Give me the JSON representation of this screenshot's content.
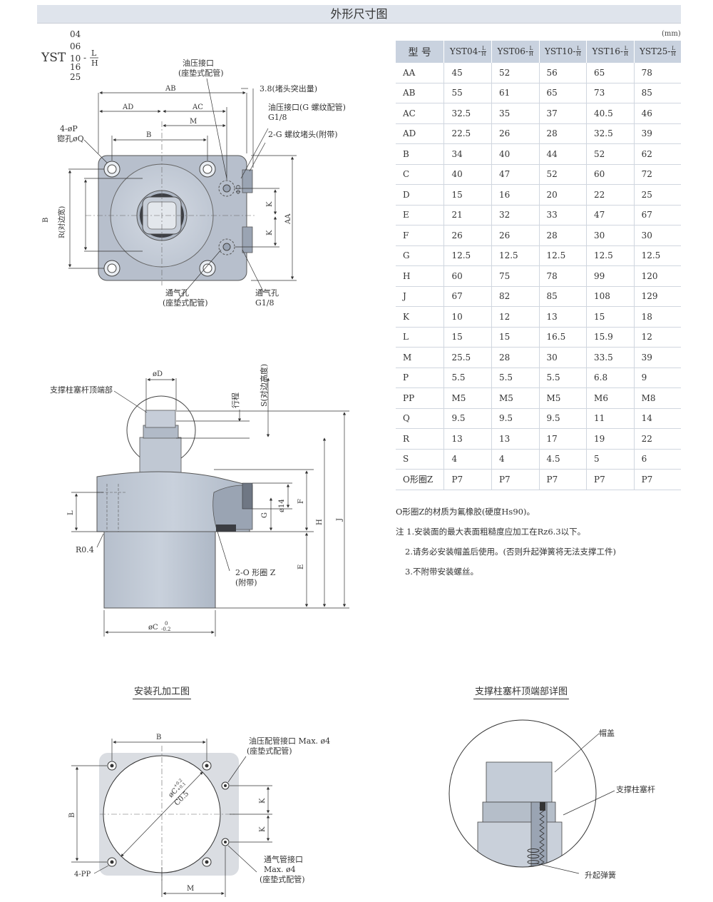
{
  "title": "外形尺寸图",
  "unit": "(mm)",
  "model_code": {
    "prefix": "YST",
    "sizes": [
      "04",
      "06",
      "10",
      "16",
      "25"
    ],
    "dash": "-",
    "suffix_top": "L",
    "suffix_bottom": "H"
  },
  "table": {
    "header": [
      "型 号",
      "YST04-",
      "YST06-",
      "YST10-",
      "YST16-",
      "YST25-"
    ],
    "header_suffix_top": "L",
    "header_suffix_bottom": "H",
    "rows": [
      [
        "AA",
        "45",
        "52",
        "56",
        "65",
        "78"
      ],
      [
        "AB",
        "55",
        "61",
        "65",
        "73",
        "85"
      ],
      [
        "AC",
        "32.5",
        "35",
        "37",
        "40.5",
        "46"
      ],
      [
        "AD",
        "22.5",
        "26",
        "28",
        "32.5",
        "39"
      ],
      [
        "B",
        "34",
        "40",
        "44",
        "52",
        "62"
      ],
      [
        "C",
        "40",
        "47",
        "52",
        "60",
        "72"
      ],
      [
        "D",
        "15",
        "16",
        "20",
        "22",
        "25"
      ],
      [
        "E",
        "21",
        "32",
        "33",
        "47",
        "67"
      ],
      [
        "F",
        "26",
        "26",
        "28",
        "30",
        "30"
      ],
      [
        "G",
        "12.5",
        "12.5",
        "12.5",
        "12.5",
        "12.5"
      ],
      [
        "H",
        "60",
        "75",
        "78",
        "99",
        "120"
      ],
      [
        "J",
        "67",
        "82",
        "85",
        "108",
        "129"
      ],
      [
        "K",
        "10",
        "12",
        "13",
        "15",
        "18"
      ],
      [
        "L",
        "15",
        "15",
        "16.5",
        "15.9",
        "12"
      ],
      [
        "M",
        "25.5",
        "28",
        "30",
        "33.5",
        "39"
      ],
      [
        "P",
        "5.5",
        "5.5",
        "5.5",
        "6.8",
        "9"
      ],
      [
        "PP",
        "M5",
        "M5",
        "M5",
        "M6",
        "M8"
      ],
      [
        "Q",
        "9.5",
        "9.5",
        "9.5",
        "11",
        "14"
      ],
      [
        "R",
        "13",
        "13",
        "17",
        "19",
        "22"
      ],
      [
        "S",
        "4",
        "4",
        "4.5",
        "5",
        "6"
      ],
      [
        "O形圈Z",
        "P7",
        "P7",
        "P7",
        "P7",
        "P7"
      ]
    ]
  },
  "notes": [
    "O形圈Z的材质为氟橡胶(硬度Hs90)。",
    "注 1.安装面的最大表面粗糙度应加工在Rz6.3以下。",
    "2.请务必安装帽盖后使用。(否则升起弹簧将无法支撑工件)",
    "3.不附带安装螺丝。"
  ],
  "top_view": {
    "oil_port": "油压接口",
    "oil_port_sub": "(座垫式配管)",
    "plug_protrusion": "3.8(堵头突出量)",
    "oil_port_g": "油压接口(G 螺纹配管)",
    "g18_a": "G1/8",
    "plug_note": "2-G 螺纹堵头(附带)",
    "hole_note_1": "4-øP",
    "hole_note_2": "锪孔øQ",
    "dim_ab": "AB",
    "dim_ad": "AD",
    "dim_ac": "AC",
    "dim_m": "M",
    "dim_b": "B",
    "dim_b_left": "B",
    "dim_r": "R(对边宽)",
    "dim_k": "K",
    "dim_aa": "AA",
    "dim_d": "ΦD",
    "vent": "通气孔",
    "vent_sub": "(座垫式配管)",
    "vent_g": "通气孔",
    "g18_b": "G1/8"
  },
  "side_view": {
    "support_top": "支撑柱塞杆顶端部",
    "dim_od": "øD",
    "stroke": "行程",
    "dim_s": "S(对边高度)",
    "dim_l": "L",
    "dim_g": "G",
    "dim_14": "ø14",
    "dim_f": "F",
    "dim_h": "H",
    "dim_j": "J",
    "dim_e": "E",
    "r04": "R0.4",
    "oring": "2-O 形圈 Z",
    "oring_sub": "(附带)",
    "dim_c": "øC",
    "dim_c_tol_top": "0",
    "dim_c_tol_bot": "-0.2"
  },
  "mount": {
    "title": "安装孔加工图",
    "dim_b_top": "B",
    "dim_b_left": "B",
    "dim_k1": "K",
    "dim_k2": "K",
    "dim_m": "M",
    "pp": "4-PP",
    "dia": "øC",
    "dia_tol_top": "+0.2",
    "dia_tol_bot": "+0.1",
    "chamfer": "C0.5",
    "oil_port": "油压配管接口 Max. ø4",
    "oil_port_sub": "(座垫式配管)",
    "vent": "通气管接口",
    "vent_max": "Max. ø4",
    "vent_sub": "(座垫式配管)"
  },
  "detail": {
    "title": "支撑柱塞杆顶端部详图",
    "cap": "帽盖",
    "plunger": "支撑柱塞杆",
    "spring": "升起弹簧"
  }
}
